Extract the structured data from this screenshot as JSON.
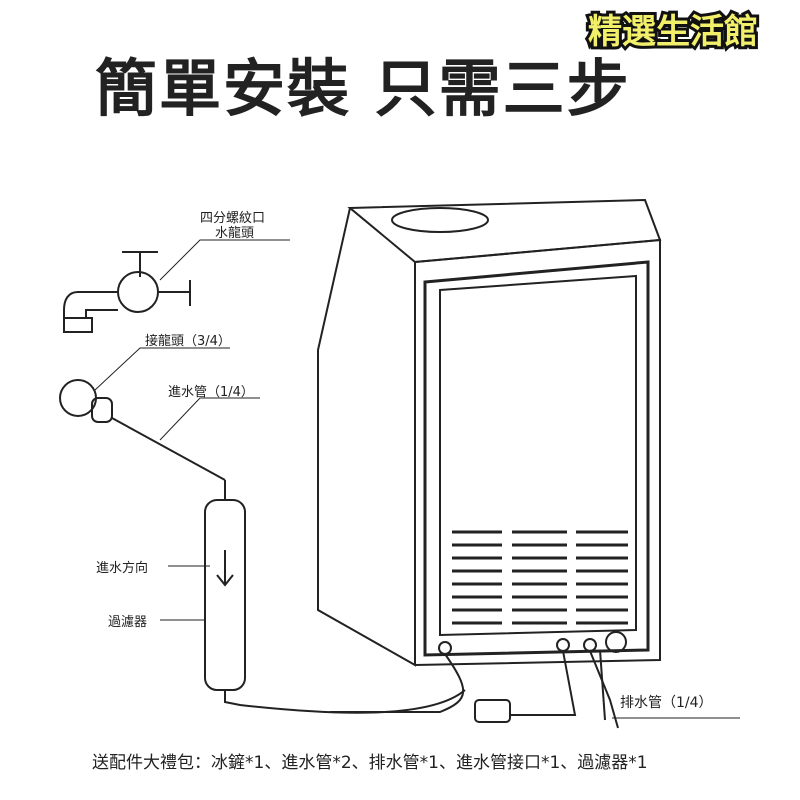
{
  "brand": "精選生活館",
  "title": "簡單安裝 只需三步",
  "labels": {
    "faucet_line1": "四分螺紋口",
    "faucet_line2": "水龍頭",
    "connector": "接龍頭（3/4）",
    "inlet_pipe": "進水管（1/4）",
    "flow_direction": "進水方向",
    "filter": "過濾器",
    "drain_pipe": "排水管（1/4）"
  },
  "footer": "送配件大禮包：冰鏟*1、進水管*2、排水管*1、進水管接口*1、過濾器*1"
}
